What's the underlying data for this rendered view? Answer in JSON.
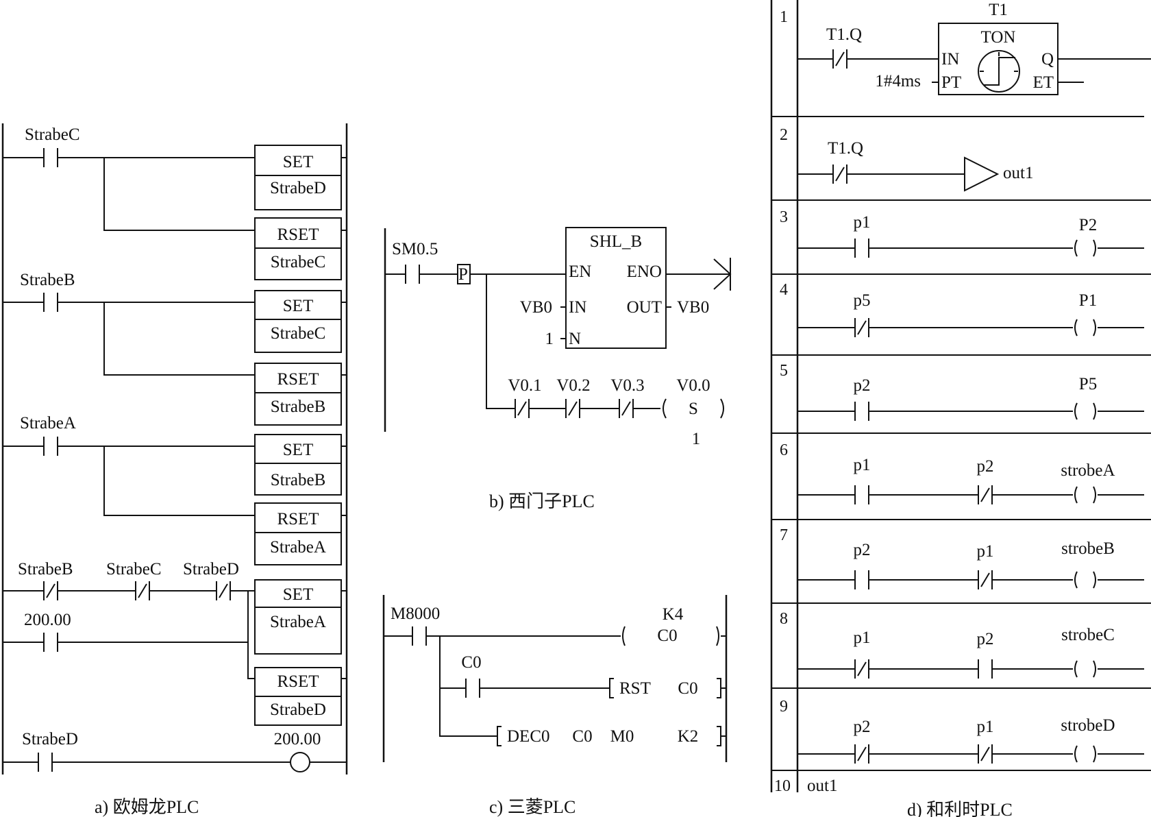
{
  "panels": {
    "a": {
      "caption": "a) 欧姆龙PLC",
      "contacts": [
        "StrabeC",
        "StrabeB",
        "StrabeA",
        "StrabeB",
        "StrabeC",
        "StrabeD",
        "200.00",
        "StrabeD"
      ],
      "boxes": [
        {
          "op": "SET",
          "arg": "StrabeD"
        },
        {
          "op": "RSET",
          "arg": "StrabeC"
        },
        {
          "op": "SET",
          "arg": "StrabeC"
        },
        {
          "op": "RSET",
          "arg": "StrabeB"
        },
        {
          "op": "SET",
          "arg": "StrabeB"
        },
        {
          "op": "RSET",
          "arg": "StrabeA"
        },
        {
          "op": "SET",
          "arg": "StrabeA"
        },
        {
          "op": "RSET",
          "arg": "StrabeD"
        }
      ],
      "output_coil": "200.00"
    },
    "b": {
      "caption": "b) 西门子PLC",
      "contact": "SM0.5",
      "edge": "P",
      "block": {
        "name": "SHL_B",
        "en": "EN",
        "eno": "ENO",
        "in": "IN",
        "out": "OUT",
        "n": "N"
      },
      "in_value": "VB0",
      "out_value": "VB0",
      "n_value": "1",
      "nc_contacts": [
        "V0.1",
        "V0.2",
        "V0.3"
      ],
      "coil": {
        "name": "V0.0",
        "type": "S",
        "count": "1"
      }
    },
    "c": {
      "caption": "c) 三菱PLC",
      "contact": "M8000",
      "counter": {
        "preset": "K4",
        "name": "C0"
      },
      "reset_contact": "C0",
      "reset_instr": {
        "op": "RST",
        "arg": "C0"
      },
      "decode_instr": {
        "op": "DEC0",
        "src": "C0",
        "dst": "M0",
        "n": "K2"
      }
    },
    "d": {
      "caption": "d) 和利时PLC",
      "rung_numbers": [
        "1",
        "2",
        "3",
        "4",
        "5",
        "6",
        "7",
        "8",
        "9",
        "10"
      ],
      "timer": {
        "instance": "T1",
        "type": "TON",
        "in": "IN",
        "pt": "PT",
        "q": "Q",
        "et": "ET",
        "preset": "1#4ms",
        "contact": "T1.Q"
      },
      "rung2": {
        "contact": "T1.Q",
        "output": "out1"
      },
      "rung3": {
        "contact": "p1",
        "coil": "P2"
      },
      "rung4": {
        "contact": "p5",
        "coil": "P1"
      },
      "rung5": {
        "contact": "p2",
        "coil": "P5"
      },
      "rung6": {
        "c1": "p1",
        "c2": "p2",
        "coil": "strobeA"
      },
      "rung7": {
        "c1": "p2",
        "c2": "p1",
        "coil": "strobeB"
      },
      "rung8": {
        "c1": "p1",
        "c2": "p2",
        "coil": "strobeC"
      },
      "rung9": {
        "c1": "p2",
        "c2": "p1",
        "coil": "strobeD"
      },
      "rung10_label": "out1"
    }
  }
}
